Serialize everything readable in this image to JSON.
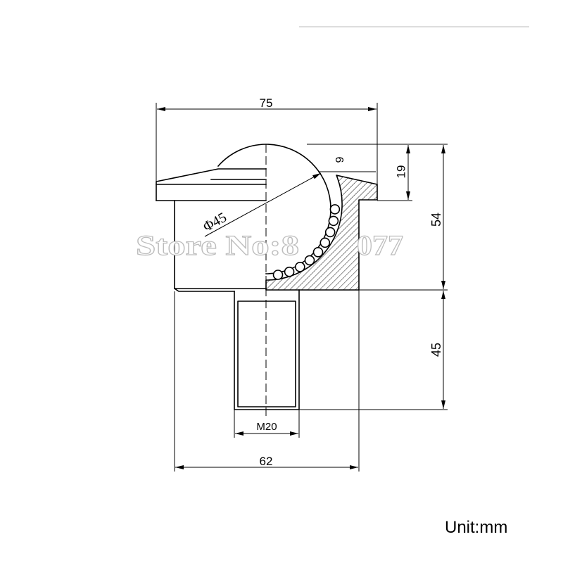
{
  "diagram": {
    "dimension_labels": {
      "top_width": "75",
      "ball_above_flange": "9",
      "flange_thickness": "19",
      "body_height": "54",
      "ball_diameter": "Φ45",
      "stem_length": "45",
      "thread_size": "M20",
      "body_width": "62"
    },
    "unit_note": "Unit:mm",
    "watermark": {
      "left_part": "Store No:8",
      "right_part": "077"
    }
  },
  "colors": {
    "background": "#ffffff",
    "line": "#000000",
    "watermark_outline": "#bdbdbd",
    "top_rule": "#dddddd"
  }
}
